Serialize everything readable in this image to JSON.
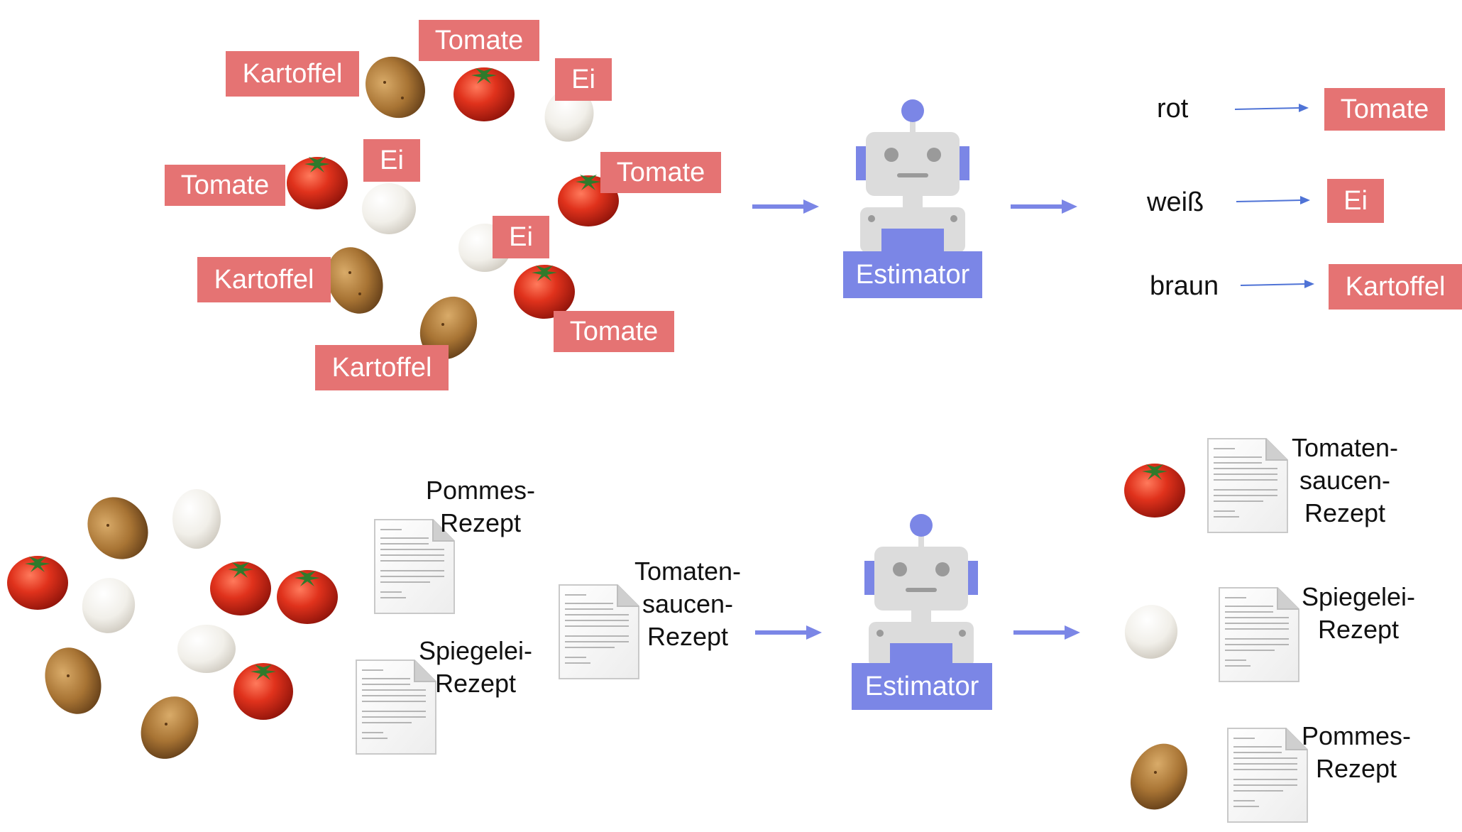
{
  "colors": {
    "tag": "#e57373",
    "robot_accent": "#7b86e6",
    "robot_gray": "#dcdcdc",
    "arrow": "#7b86e6"
  },
  "top": {
    "tags": {
      "tomate_1": "Tomate",
      "kartoffel_1": "Kartoffel",
      "ei_1": "Ei",
      "tomate_2": "Tomate",
      "ei_2": "Ei",
      "tomate_3": "Tomate",
      "ei_3": "Ei",
      "kartoffel_2": "Kartoffel",
      "tomate_4": "Tomate",
      "kartoffel_3": "Kartoffel"
    },
    "estimator_label": "Estimator",
    "outputs": [
      {
        "feature": "rot",
        "label": "Tomate"
      },
      {
        "feature": "weiß",
        "label": "Ei"
      },
      {
        "feature": "braun",
        "label": "Kartoffel"
      }
    ]
  },
  "bottom": {
    "recipes": {
      "pommes": [
        "Pommes-",
        "Rezept"
      ],
      "spiegelei": [
        "Spiegelei-",
        "Rezept"
      ],
      "tomatensauce": [
        "Tomaten-",
        "saucen-",
        "Rezept"
      ]
    },
    "estimator_label": "Estimator",
    "outputs": [
      {
        "item": "tomato-icon",
        "recipe": [
          "Tomaten-",
          "saucen-",
          "Rezept"
        ]
      },
      {
        "item": "egg-icon",
        "recipe": [
          "Spiegelei-",
          "Rezept"
        ]
      },
      {
        "item": "potato-icon",
        "recipe": [
          "Pommes-",
          "Rezept"
        ]
      }
    ]
  }
}
